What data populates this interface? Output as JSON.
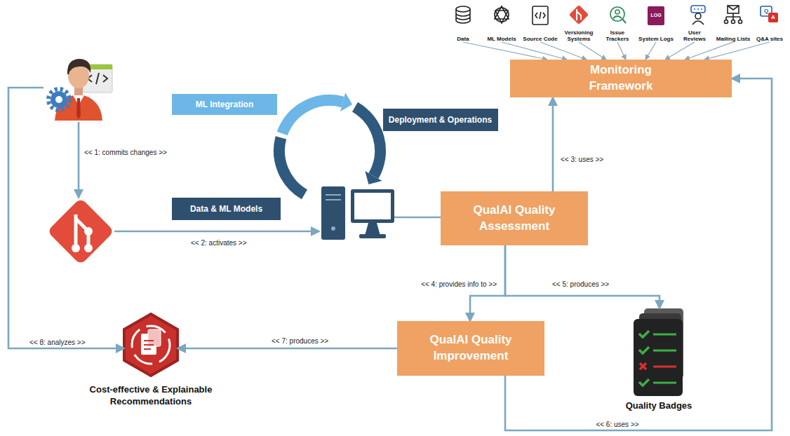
{
  "diagram": {
    "nodes": [
      {
        "text": [
          "Data"
        ]
      },
      {
        "text": [
          "ML Models"
        ]
      },
      {
        "text": [
          "Source Code"
        ]
      },
      {
        "text": [
          "Versioning Systems"
        ]
      },
      {
        "text": [
          "Issue Trackers"
        ]
      },
      {
        "text": [
          "System Logs"
        ]
      },
      {
        "text": [
          "User Reviews"
        ]
      },
      {
        "text": [
          "Mailing Lists"
        ]
      },
      {
        "text": [
          "Q&A sites"
        ]
      },
      {
        "text": [
          "Monitoring Framework"
        ]
      },
      {
        "text": []
      },
      {
        "text": [
          "ML Integration"
        ]
      },
      {
        "text": [
          "Deployment & Operations"
        ]
      },
      {
        "text": [
          "Data & ML Models"
        ]
      },
      {
        "text": []
      },
      {
        "text": []
      },
      {
        "text": [
          "QualAI Quality Assessment"
        ]
      },
      {
        "text": [
          "QualAI Quality Improvement"
        ]
      },
      {
        "text": [
          "Cost-effective & Explainable Recommendations"
        ]
      },
      {
        "text": [
          "Quality Badges"
        ]
      }
    ],
    "edges": [
      {
        "from": 10,
        "to": 14,
        "label": "<< 1: commits changes >>",
        "arrow": "to"
      },
      {
        "from": 14,
        "to": 15,
        "label": "<< 2: activates >>",
        "arrow": "to"
      },
      {
        "from": 16,
        "to": 9,
        "label": "<< 3: uses >>",
        "arrow": "to"
      },
      {
        "from": 16,
        "to": 17,
        "label": "<< 4: provides info to >>",
        "arrow": "to"
      },
      {
        "from": 16,
        "to": 19,
        "label": "<< 5: produces >>",
        "arrow": "to"
      },
      {
        "from": 17,
        "to": 9,
        "label": "<< 6: uses >>",
        "arrow": "to"
      },
      {
        "from": 17,
        "to": 18,
        "label": "<< 7: produces >>",
        "arrow": "to"
      },
      {
        "from": 10,
        "to": 18,
        "label": "<< 8: analyzes >>",
        "arrow": "to"
      },
      {
        "from": 15,
        "to": 16,
        "arrow": "none"
      },
      {
        "from": 0,
        "to": 9,
        "arrow": "to"
      },
      {
        "from": 1,
        "to": 9,
        "arrow": "to"
      },
      {
        "from": 2,
        "to": 9,
        "arrow": "to"
      },
      {
        "from": 3,
        "to": 9,
        "arrow": "to"
      },
      {
        "from": 4,
        "to": 9,
        "arrow": "to"
      },
      {
        "from": 5,
        "to": 9,
        "arrow": "to"
      },
      {
        "from": 6,
        "to": 9,
        "arrow": "to"
      },
      {
        "from": 7,
        "to": 9,
        "arrow": "to"
      },
      {
        "from": 8,
        "to": 9,
        "arrow": "to"
      }
    ],
    "labels": [
      "LOG",
      "Q",
      "A"
    ]
  }
}
